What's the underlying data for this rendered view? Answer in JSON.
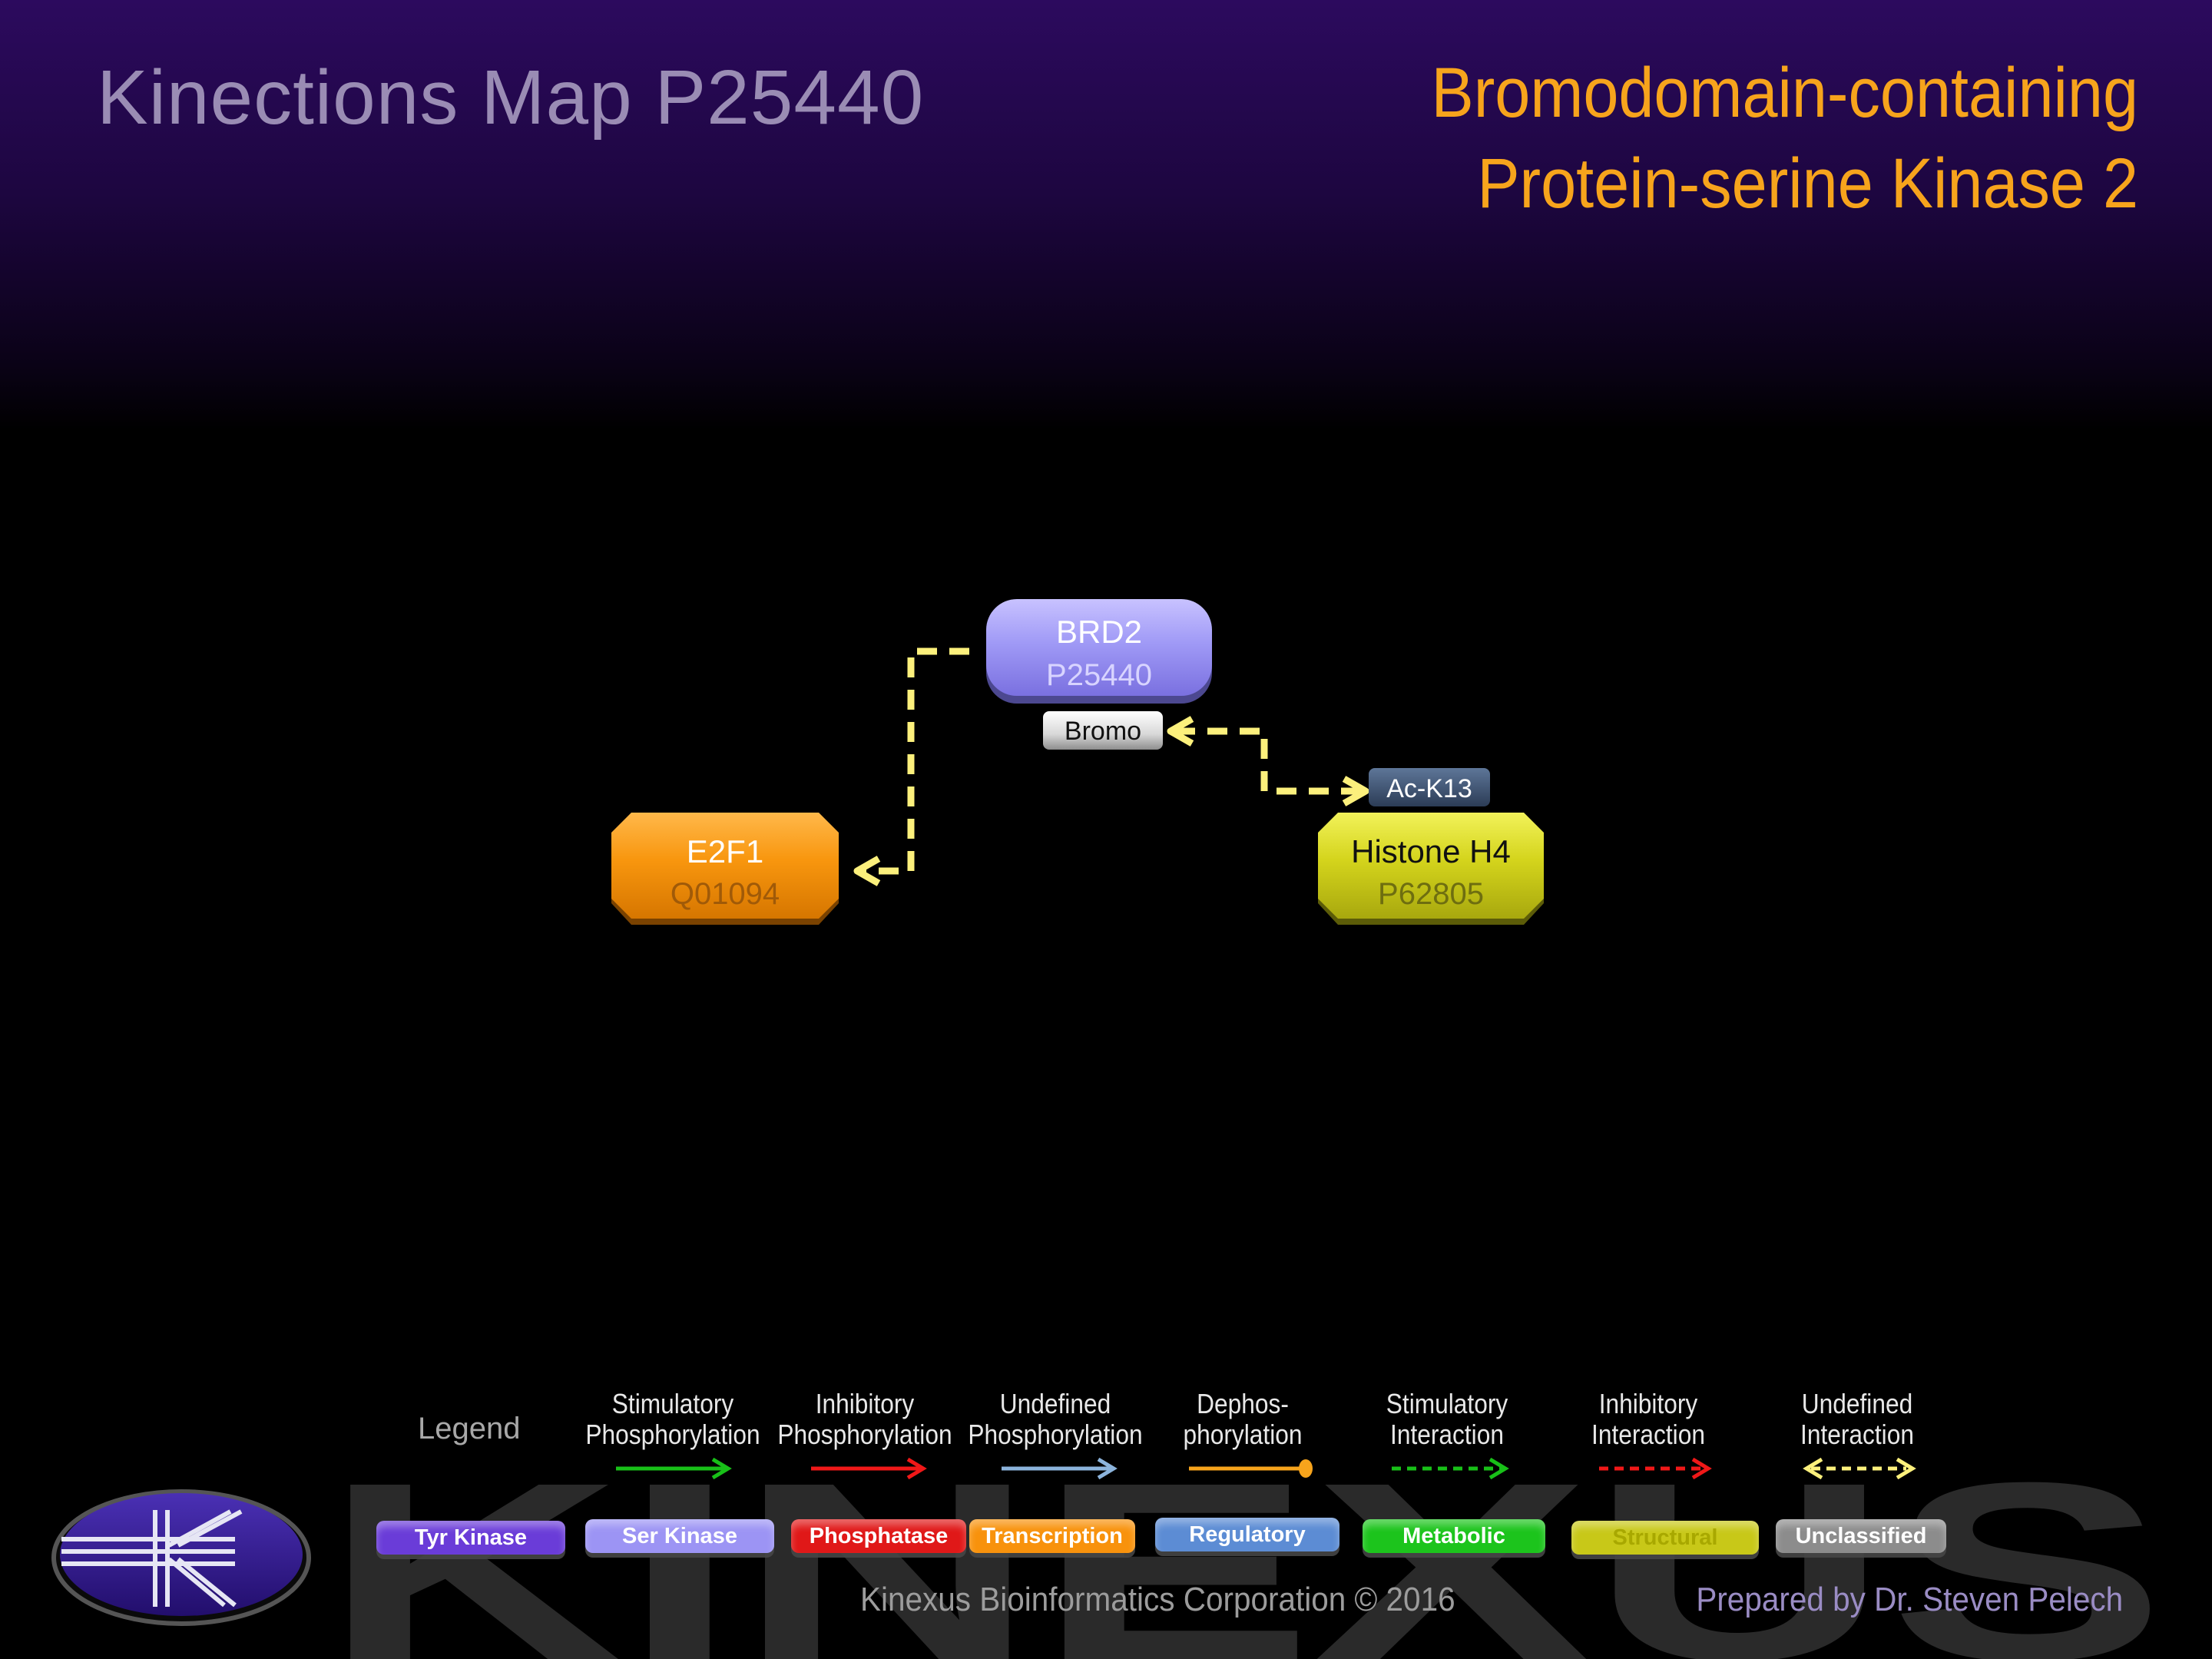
{
  "header": {
    "map_title": "Kinections Map P25440",
    "protein_name_line1": "Bromodomain-containing",
    "protein_name_line2": "Protein-serine Kinase 2"
  },
  "nodes": {
    "brd2": {
      "name": "BRD2",
      "accession": "P25440",
      "category": "Ser Kinase"
    },
    "e2f1": {
      "name": "E2F1",
      "accession": "Q01094",
      "category": "Transcription"
    },
    "histone_h4": {
      "name": "Histone H4",
      "accession": "P62805",
      "category": "Structural"
    }
  },
  "sites": {
    "bromo": "Bromo",
    "ac_k13": "Ac-K13"
  },
  "legend": {
    "title": "Legend",
    "arrows": [
      {
        "line1": "Stimulatory",
        "line2": "Phosphorylation",
        "color": "#18c018"
      },
      {
        "line1": "Inhibitory",
        "line2": "Phosphorylation",
        "color": "#f01818"
      },
      {
        "line1": "Undefined",
        "line2": "Phosphorylation",
        "color": "#8cb4dc"
      },
      {
        "line1": "Dephos-",
        "line2": "phorylation",
        "color": "#f7a41c"
      },
      {
        "line1": "Stimulatory",
        "line2": "Interaction",
        "color": "#18c018"
      },
      {
        "line1": "Inhibitory",
        "line2": "Interaction",
        "color": "#f01818"
      },
      {
        "line1": "Undefined",
        "line2": "Interaction",
        "color": "#fcf07c"
      }
    ],
    "categories": [
      {
        "label": "Tyr Kinase",
        "color": "#6a3cd8"
      },
      {
        "label": "Ser Kinase",
        "color": "#9c94f4"
      },
      {
        "label": "Phosphatase",
        "color": "#e01818"
      },
      {
        "label": "Transcription",
        "color": "#f8920c"
      },
      {
        "label": "Regulatory",
        "color": "#5c8cd4"
      },
      {
        "label": "Metabolic",
        "color": "#1cc41c"
      },
      {
        "label": "Structural",
        "color": "#c8c818"
      },
      {
        "label": "Unclassified",
        "color": "#8c8c8c"
      }
    ]
  },
  "footer": {
    "corporation": "Kinexus Bioinformatics Corporation © 2016",
    "prepared_by": "Prepared by Dr. Steven Pelech"
  },
  "watermark": "KINEXUS"
}
